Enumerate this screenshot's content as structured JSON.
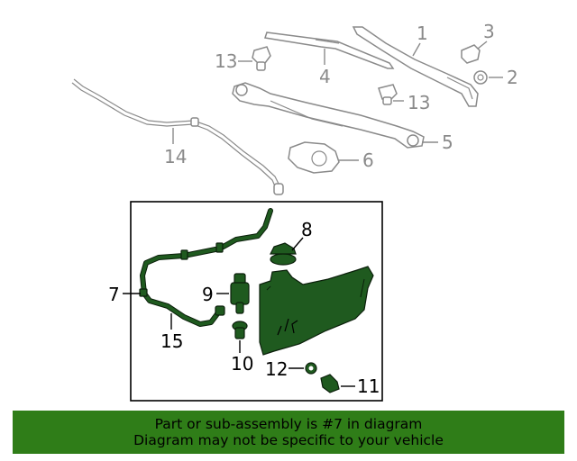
{
  "callouts": {
    "c1": "1",
    "c2": "2",
    "c3": "3",
    "c4": "4",
    "c5": "5",
    "c6": "6",
    "c13a": "13",
    "c13b": "13",
    "c14": "14",
    "c7": "7",
    "c8": "8",
    "c9": "9",
    "c10": "10",
    "c11": "11",
    "c12": "12",
    "c15": "15"
  },
  "highlight_color": "#2f7d18",
  "part_color": "#1f5a1f",
  "banner": {
    "line1": "Part or sub-assembly is #7 in diagram",
    "line2": "Diagram may not be specific to your vehicle"
  }
}
